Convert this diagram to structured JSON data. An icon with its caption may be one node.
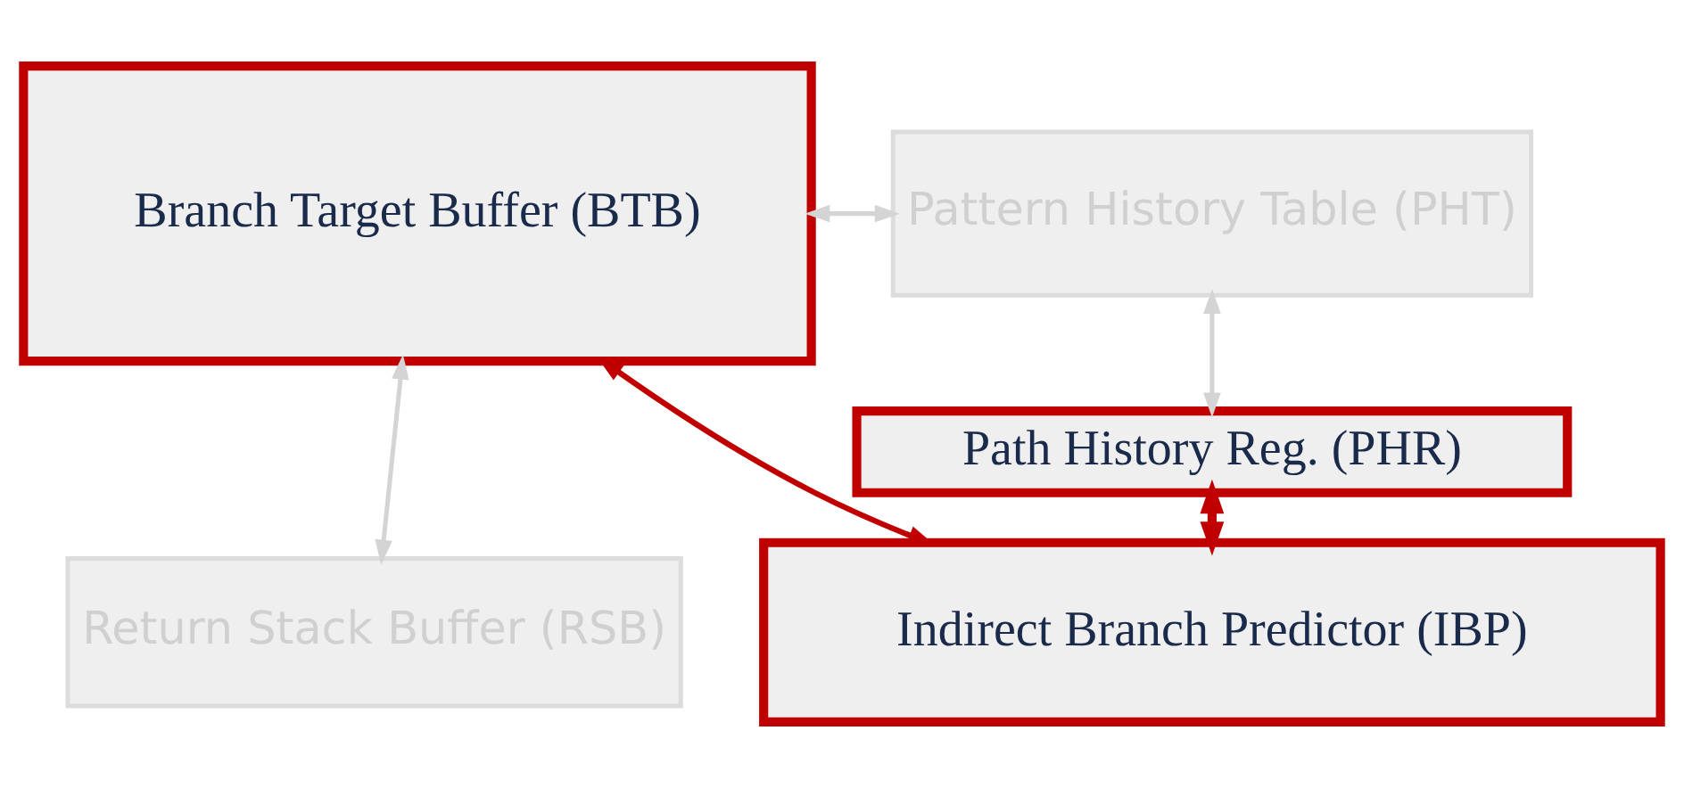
{
  "diagram": {
    "nodes": [
      {
        "text": [
          "Branch Target Buffer (BTB)"
        ]
      },
      {
        "text": [
          "Pattern History Table (PHT)"
        ]
      },
      {
        "text": [
          "Path History Reg. (PHR)"
        ]
      },
      {
        "text": [
          "Return Stack Buffer (RSB)"
        ]
      },
      {
        "text": [
          "Indirect Branch Predictor (IBP)"
        ]
      }
    ],
    "edges": [
      {
        "from": 0,
        "to": 1,
        "arrow": "both"
      },
      {
        "from": 1,
        "to": 2,
        "arrow": "both"
      },
      {
        "from": 0,
        "to": 3,
        "arrow": "both"
      },
      {
        "from": 2,
        "to": 4,
        "arrow": "both",
        "style": "thick",
        "color": "#c00000"
      },
      {
        "from": 0,
        "to": 4,
        "arrow": "both",
        "color": "#c00000"
      }
    ]
  }
}
